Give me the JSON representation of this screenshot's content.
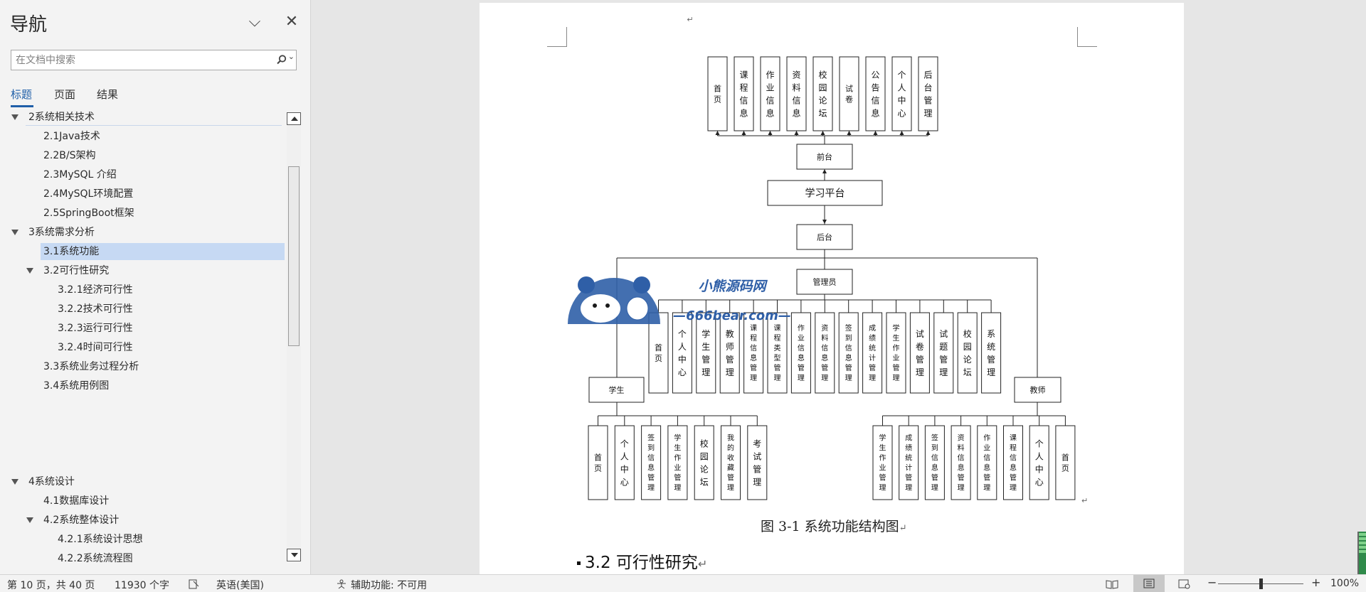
{
  "nav": {
    "title": "导航",
    "collapse_glyph": "⌵",
    "close_glyph": "✕",
    "search_placeholder": "在文档中搜索",
    "search_dropdown_glyph": "⌄",
    "tabs": [
      {
        "label": "标题"
      },
      {
        "label": "页面"
      },
      {
        "label": "结果"
      }
    ],
    "tree": [
      {
        "label": "2系统相关技术",
        "level": 1,
        "expanded": true
      },
      {
        "label": "2.1Java技术",
        "level": 2
      },
      {
        "label": "2.2B/S架构",
        "level": 2
      },
      {
        "label": "2.3MySQL 介绍",
        "level": 2
      },
      {
        "label": "2.4MySQL环境配置",
        "level": 2
      },
      {
        "label": "2.5SpringBoot框架",
        "level": 2
      },
      {
        "label": "3系统需求分析",
        "level": 1,
        "expanded": true
      },
      {
        "label": "3.1系统功能",
        "level": 2,
        "selected": true
      },
      {
        "label": "3.2可行性研究",
        "level": 2,
        "expanded": true
      },
      {
        "label": "3.2.1经济可行性",
        "level": 3
      },
      {
        "label": "3.2.2技术可行性",
        "level": 3
      },
      {
        "label": "3.2.3运行可行性",
        "level": 3
      },
      {
        "label": "3.2.4时间可行性",
        "level": 3
      },
      {
        "label": "3.3系统业务过程分析",
        "level": 2
      },
      {
        "label": "3.4系统用例图",
        "level": 2
      },
      {
        "label": "",
        "level": 0
      },
      {
        "label": "",
        "level": 0
      },
      {
        "label": "",
        "level": 0
      },
      {
        "label": "",
        "level": 0
      },
      {
        "label": "4系统设计",
        "level": 1,
        "expanded": true
      },
      {
        "label": "4.1数据库设计",
        "level": 2
      },
      {
        "label": "4.2系统整体设计",
        "level": 2,
        "expanded": true
      },
      {
        "label": "4.2.1系统设计思想",
        "level": 3
      },
      {
        "label": "4.2.2系统流程图",
        "level": 3
      }
    ]
  },
  "document": {
    "paragraph_mark": "↵",
    "diagram": {
      "front_modules": [
        "首页",
        "课程信息",
        "作业信息",
        "资料信息",
        "校园论坛",
        "试卷",
        "公告信息",
        "个人中心",
        "后台管理"
      ],
      "front_label": "前台",
      "platform_label": "学习平台",
      "back_label": "后台",
      "admin_label": "管理员",
      "admin_modules": [
        "首页",
        "个人中心",
        "学生管理",
        "教师管理",
        "课程信息管理",
        "课程类型管理",
        "作业信息管理",
        "资料信息管理",
        "签到信息管理",
        "成绩统计管理",
        "学生作业管理",
        "试卷管理",
        "试题管理",
        "校园论坛",
        "系统管理"
      ],
      "student_label": "学生",
      "student_modules": [
        "首页",
        "个人中心",
        "签到信息管理",
        "学生作业管理",
        "校园论坛",
        "我的收藏管理",
        "考试管理"
      ],
      "teacher_label": "教师",
      "teacher_modules": [
        "学生作业管理",
        "成绩统计管理",
        "签到信息管理",
        "资料信息管理",
        "作业信息管理",
        "课程信息管理",
        "个人中心",
        "首页"
      ]
    },
    "watermark": {
      "title": "小熊源码网",
      "url": "—666bear.com—"
    },
    "caption": "图 3-1 系统功能结构图",
    "heading": "3.2 可行性研究"
  },
  "status": {
    "page_info": "第 10 页，共 40 页",
    "word_count": "11930 个字",
    "language": "英语(美国)",
    "accessibility": "辅助功能: 不可用",
    "zoom_minus": "−",
    "zoom_plus": "+",
    "zoom": "100%",
    "zoom_fraction": 0.5
  }
}
